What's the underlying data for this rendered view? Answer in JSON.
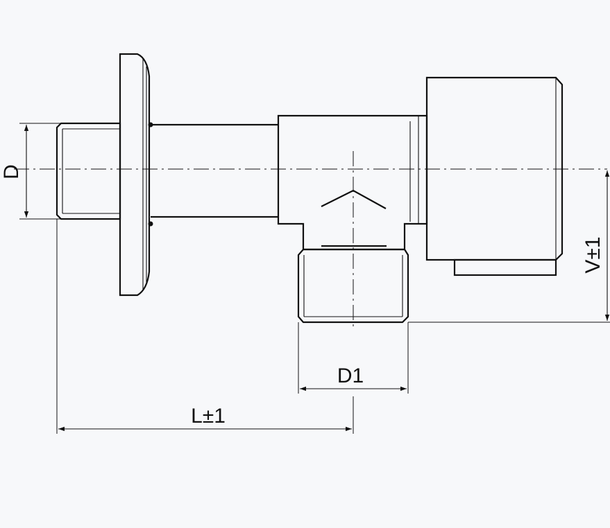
{
  "labels": {
    "D": "D",
    "D1": "D1",
    "L": "L±1",
    "V": "V±1"
  },
  "colors": {
    "line": "#111111",
    "background": "#f7f8fa"
  }
}
